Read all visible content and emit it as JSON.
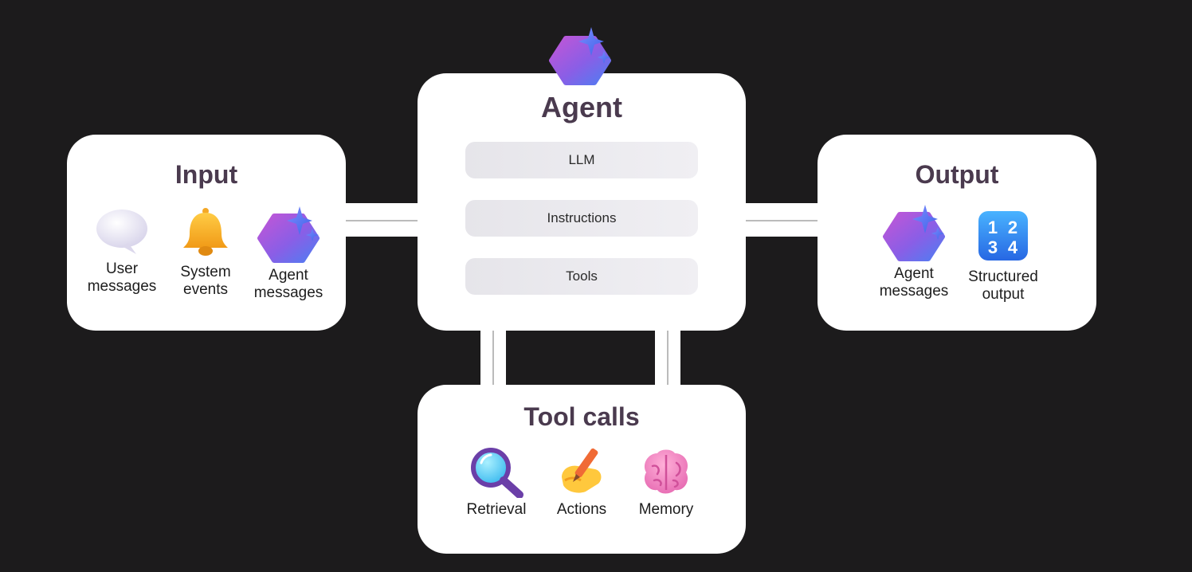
{
  "input": {
    "title": "Input",
    "items": [
      {
        "icon": "speech-bubble-icon",
        "label": "User\nmessages"
      },
      {
        "icon": "bell-icon",
        "label": "System\nevents"
      },
      {
        "icon": "agent-hexagon-icon",
        "label": "Agent\nmessages"
      }
    ]
  },
  "agent": {
    "title": "Agent",
    "icon": "agent-hexagon-icon",
    "components": [
      "LLM",
      "Instructions",
      "Tools"
    ]
  },
  "output": {
    "title": "Output",
    "items": [
      {
        "icon": "agent-hexagon-icon",
        "label": "Agent\nmessages"
      },
      {
        "icon": "numbers-1234-icon",
        "label": "Structured\noutput",
        "digits": [
          "1",
          "2",
          "3",
          "4"
        ]
      }
    ]
  },
  "tool_calls": {
    "title": "Tool calls",
    "items": [
      {
        "icon": "magnifier-icon",
        "label": "Retrieval"
      },
      {
        "icon": "writing-hand-icon",
        "label": "Actions"
      },
      {
        "icon": "brain-icon",
        "label": "Memory"
      }
    ]
  },
  "colors": {
    "background": "#1c1b1c",
    "card": "#ffffff",
    "title": "#4a3a4e",
    "pill": "#e9e8ec",
    "hex_gradient_start": "#b455d6",
    "hex_gradient_end": "#4f7df2",
    "sparkle": "#5a78f0"
  }
}
